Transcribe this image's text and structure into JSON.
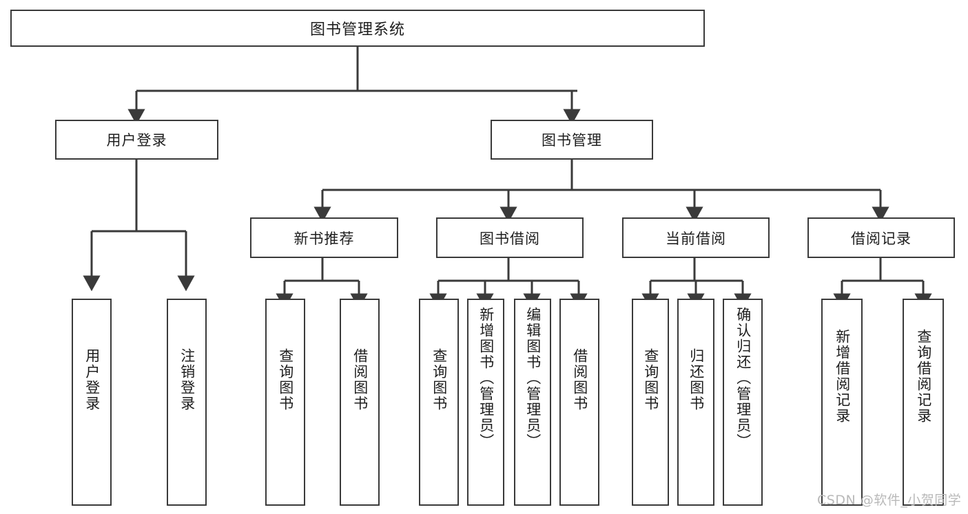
{
  "diagram": {
    "type": "tree",
    "title": "图书管理系统",
    "style": {
      "border_color": "#3a3a3a",
      "background_color": "#ffffff",
      "text_color": "#1e1e1e",
      "watermark_color": "#b9b9b9"
    },
    "root": {
      "label": "图书管理系统"
    },
    "level2": [
      {
        "label": "用户登录"
      },
      {
        "label": "图书管理"
      }
    ],
    "level3": [
      {
        "label": "新书推荐"
      },
      {
        "label": "图书借阅"
      },
      {
        "label": "当前借阅"
      },
      {
        "label": "借阅记录"
      }
    ],
    "leaves": {
      "user_login": [
        {
          "label": "用户登录"
        },
        {
          "label": "注销登录"
        }
      ],
      "new_book": [
        {
          "label": "查询图书"
        },
        {
          "label": "借阅图书"
        }
      ],
      "book_borrow": [
        {
          "label": "查询图书"
        },
        {
          "label": "新增图书（管理员）"
        },
        {
          "label": "编辑图书（管理员）"
        },
        {
          "label": "借阅图书"
        }
      ],
      "current_borrow": [
        {
          "label": "查询图书"
        },
        {
          "label": "归还图书"
        },
        {
          "label": "确认归还（管理员）"
        }
      ],
      "borrow_record": [
        {
          "label": "新增借阅记录"
        },
        {
          "label": "查询借阅记录"
        }
      ]
    }
  },
  "watermark": {
    "text": "CSDN @软件_小贺同学"
  }
}
